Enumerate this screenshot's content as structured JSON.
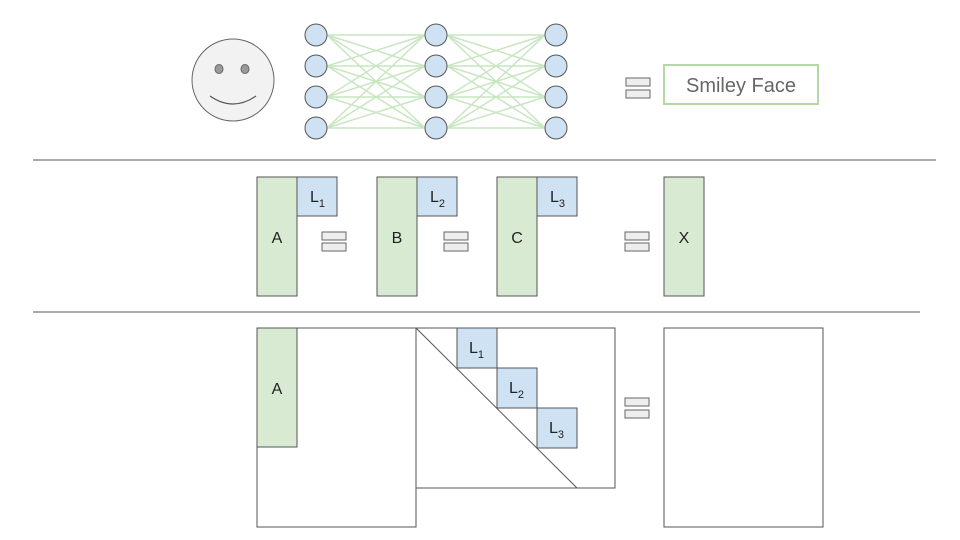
{
  "colors": {
    "green_fill": "#d9ead3",
    "green_stroke": "#93c47d",
    "blue_fill": "#cfe2f3",
    "blue_stroke": "#555555",
    "line": "#555555",
    "edge": "#c8e6c0",
    "face_fill": "#f2f2f2"
  },
  "icons": [
    "smiley-face-icon",
    "equals-sign-icon"
  ],
  "row1": {
    "network_layers": [
      4,
      4,
      4
    ],
    "output_label": "Smiley Face"
  },
  "row2": {
    "blocks": [
      {
        "main": "A",
        "sub_letter": "L",
        "sub_index": "1"
      },
      {
        "main": "B",
        "sub_letter": "L",
        "sub_index": "2"
      },
      {
        "main": "C",
        "sub_letter": "L",
        "sub_index": "3"
      }
    ],
    "result": "X"
  },
  "row3": {
    "left_block": "A",
    "diagonal": [
      {
        "letter": "L",
        "index": "1"
      },
      {
        "letter": "L",
        "index": "2"
      },
      {
        "letter": "L",
        "index": "3"
      }
    ]
  }
}
